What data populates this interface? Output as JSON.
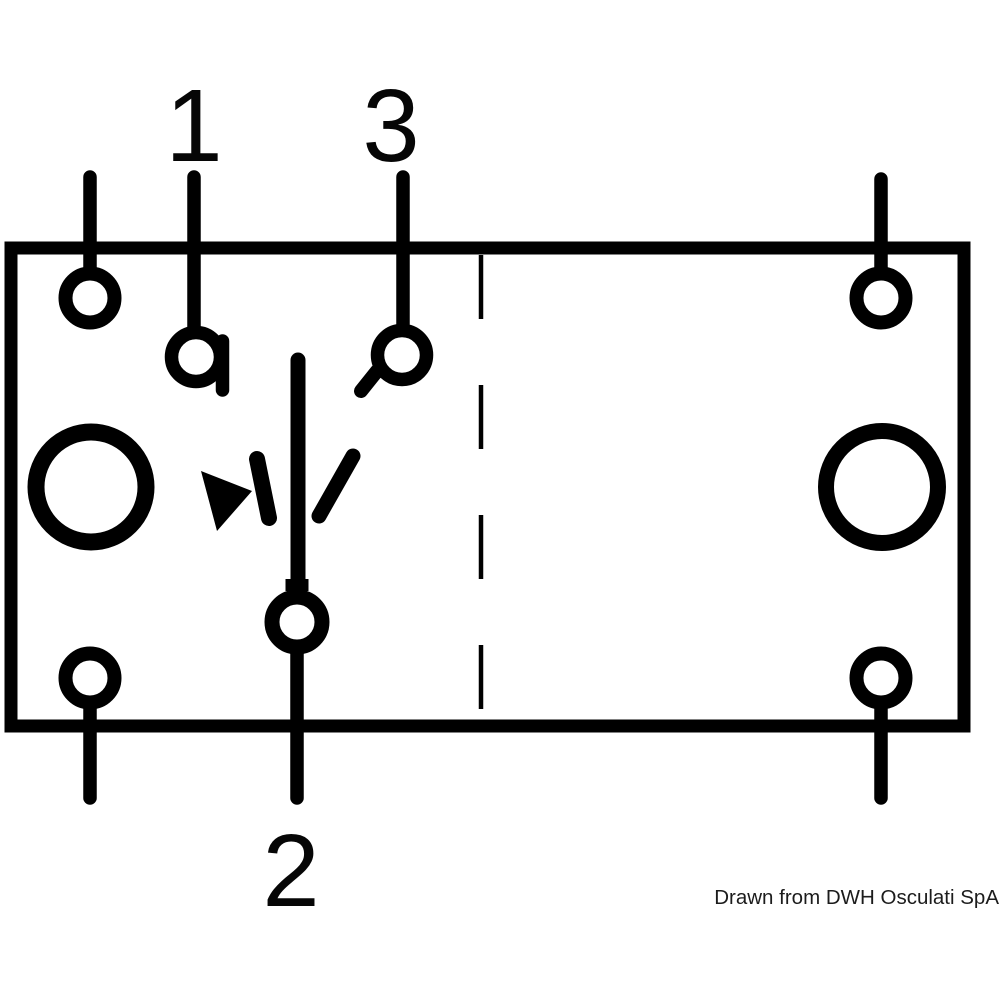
{
  "diagram": {
    "terminals": {
      "terminal_1_label": "1",
      "terminal_3_label": "3",
      "terminal_2_label": "2"
    },
    "credit_line": "Drawn from DWH Osculati SpA",
    "colors": {
      "line": "#000000",
      "background": "#ffffff",
      "credit_text": "#1c1c1c"
    }
  }
}
